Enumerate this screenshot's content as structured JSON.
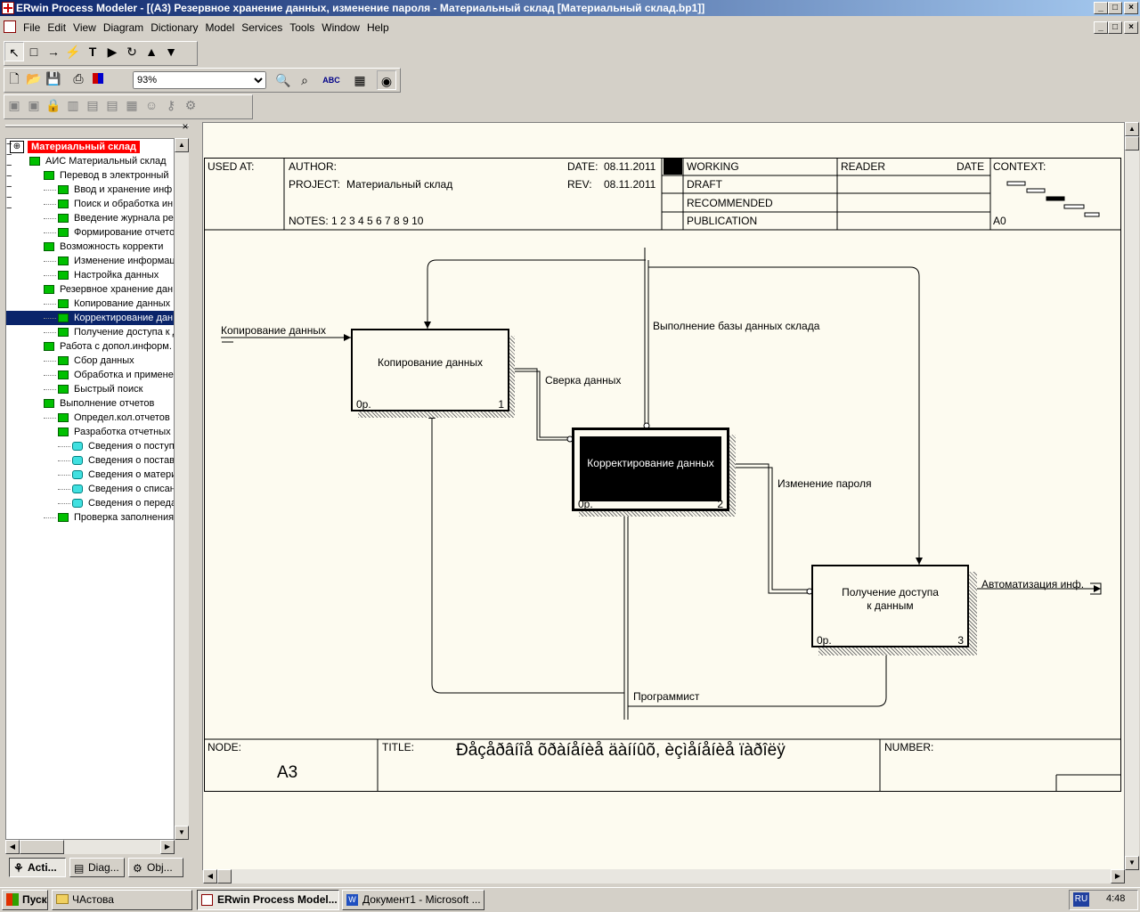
{
  "window": {
    "title": "ERwin Process Modeler - [(A3) Резервное хранение  данных, изменение пароля - Материальный склад  [Материальный склад.bp1]]"
  },
  "menu": [
    "File",
    "Edit",
    "View",
    "Diagram",
    "Dictionary",
    "Model",
    "Services",
    "Tools",
    "Window",
    "Help"
  ],
  "zoom": "93%",
  "tree": {
    "root": "Материальный склад",
    "items": [
      {
        "label": "АИС Материальный склад",
        "level": 1,
        "type": "green"
      },
      {
        "label": "Перевод  в  электронный",
        "level": 2,
        "type": "green"
      },
      {
        "label": "Ввод и хранение  инф",
        "level": 3,
        "type": "green"
      },
      {
        "label": "Поиск и обработка  ин",
        "level": 3,
        "type": "green"
      },
      {
        "label": "Введение журнала  ре",
        "level": 3,
        "type": "green"
      },
      {
        "label": "Формирование отчето",
        "level": 3,
        "type": "green"
      },
      {
        "label": "Возможность  корректи",
        "level": 2,
        "type": "green"
      },
      {
        "label": "Изменение информац",
        "level": 3,
        "type": "green"
      },
      {
        "label": "Настройка данных",
        "level": 3,
        "type": "green"
      },
      {
        "label": "Резервное хранение  дан",
        "level": 2,
        "type": "green"
      },
      {
        "label": "Копирование  данных",
        "level": 3,
        "type": "green"
      },
      {
        "label": "Корректирование дан",
        "level": 3,
        "type": "green",
        "selected": true
      },
      {
        "label": "Получение доступа к д",
        "level": 3,
        "type": "green"
      },
      {
        "label": "Работа с допол.информ. с",
        "level": 2,
        "type": "green"
      },
      {
        "label": "Сбор данных",
        "level": 3,
        "type": "green"
      },
      {
        "label": "Обработка и примене",
        "level": 3,
        "type": "green"
      },
      {
        "label": "Быстрый поиск",
        "level": 3,
        "type": "green"
      },
      {
        "label": "Выполнение  отчетов",
        "level": 2,
        "type": "green"
      },
      {
        "label": "Определ.кол.отчетов",
        "level": 3,
        "type": "green"
      },
      {
        "label": "Разработка отчетных",
        "level": 3,
        "type": "green"
      },
      {
        "label": "Сведения о  поступ",
        "level": 4,
        "type": "cyan"
      },
      {
        "label": "Сведения  о постав",
        "level": 4,
        "type": "cyan"
      },
      {
        "label": "Сведения о  матери",
        "level": 4,
        "type": "cyan"
      },
      {
        "label": "Сведения о  списан",
        "level": 4,
        "type": "cyan"
      },
      {
        "label": "Сведения о  переда",
        "level": 4,
        "type": "cyan"
      },
      {
        "label": "Проверка заполнения",
        "level": 3,
        "type": "green"
      }
    ]
  },
  "tabs": [
    "Acti...",
    "Diag...",
    "Obj..."
  ],
  "header": {
    "used_at": "USED AT:",
    "author": "AUTHOR:",
    "project_label": "PROJECT:",
    "project": "Материальный склад",
    "date_label": "DATE:",
    "date": "08.11.2011",
    "rev_label": "REV:",
    "rev": "08.11.2011",
    "notes": "NOTES:  1  2  3  4  5  6  7  8  9  10",
    "working": "WORKING",
    "draft": "DRAFT",
    "recommended": "RECOMMENDED",
    "publication": "PUBLICATION",
    "reader": "READER",
    "date2": "DATE",
    "context": "CONTEXT:",
    "context_node": "A0"
  },
  "diagram": {
    "boxes": [
      {
        "name": "Копирование   данных",
        "cost": "0р.",
        "num": "1"
      },
      {
        "name": "Корректирование данных",
        "cost": "0р.",
        "num": "2"
      },
      {
        "name": "Получение доступа\nк данным",
        "cost": "0р.",
        "num": "3"
      }
    ],
    "arrows": [
      "Копирование данных",
      "Сверка данных",
      "Выполнение базы данных склада",
      "Изменение пароля",
      "Автоматизация инф.",
      "Программист"
    ]
  },
  "footer": {
    "node_label": "NODE:",
    "node": "A3",
    "title_label": "TITLE:",
    "title": "Ðåçåðâíîå õðàíåíèå  äàííûõ, èçìåíåíèå ïàðîëÿ",
    "number_label": "NUMBER:"
  },
  "taskbar": {
    "start": "Пуск",
    "items": [
      "ЧАстова",
      "ERwin Process Model...",
      "Документ1 - Microsoft ..."
    ],
    "lang": "RU",
    "clock": "4:48"
  }
}
